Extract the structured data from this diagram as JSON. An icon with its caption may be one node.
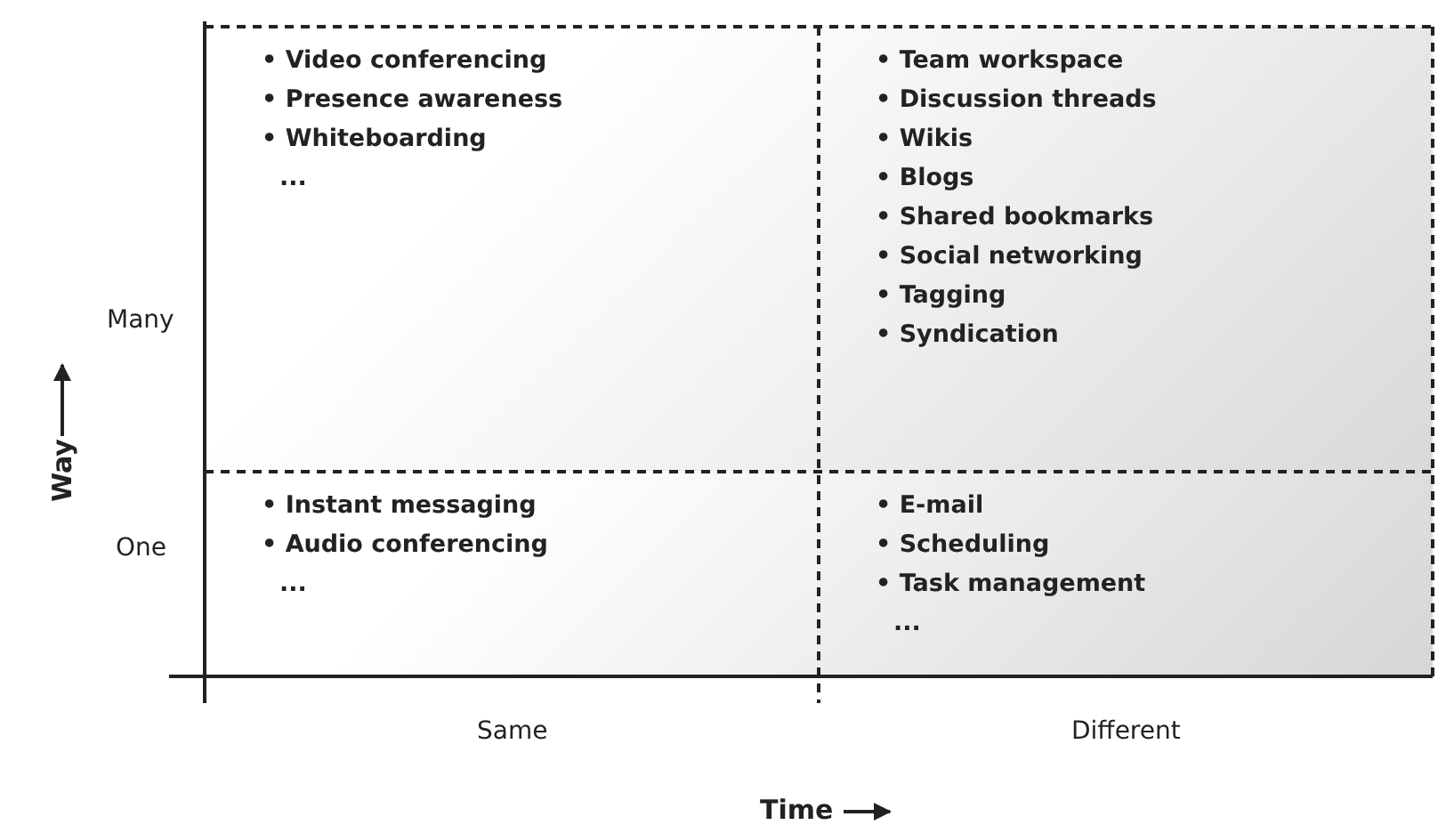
{
  "diagram": {
    "nodes": [
      {
        "text": [
          "• Video conferencing",
          "• Presence awareness",
          "• Whiteboarding",
          "..."
        ]
      },
      {
        "text": [
          "• Team workspace",
          "• Discussion threads",
          "• Wikis",
          "• Blogs",
          "• Shared bookmarks",
          "• Social networking",
          "• Tagging",
          "• Syndication"
        ]
      },
      {
        "text": [
          "• Instant messaging",
          "• Audio conferencing",
          "..."
        ]
      },
      {
        "text": [
          "• E-mail",
          "• Scheduling",
          "• Task management",
          "..."
        ]
      }
    ],
    "labels": [
      "Many",
      "One",
      "Same",
      "Different",
      "Way",
      "Time"
    ]
  }
}
